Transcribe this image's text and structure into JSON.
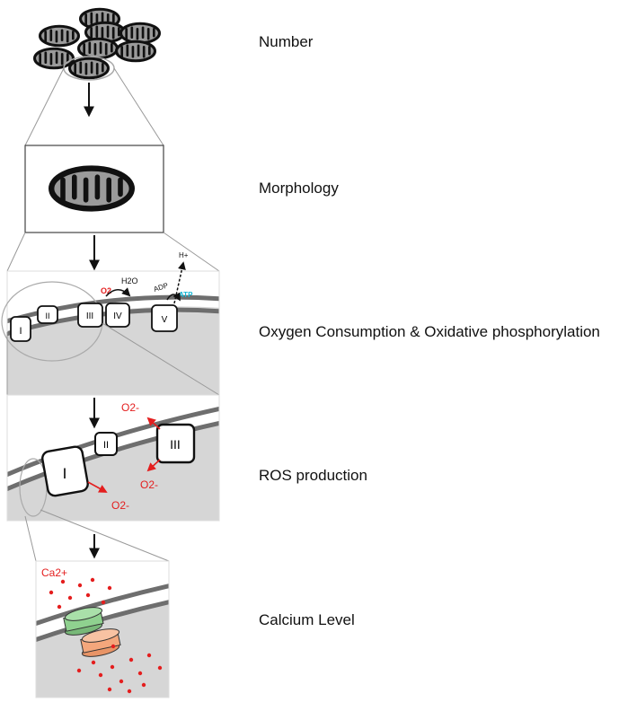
{
  "stages": [
    {
      "label": "Number"
    },
    {
      "label": "Morphology"
    },
    {
      "label": "Oxygen Consumption & Oxidative phosphorylation"
    },
    {
      "label": "ROS production"
    },
    {
      "label": "Calcium Level"
    }
  ],
  "complexes": {
    "c1": "I",
    "c2": "II",
    "c3": "III",
    "c4": "IV",
    "c5": "V"
  },
  "molecules": {
    "o2": "O2",
    "h2o": "H2O",
    "adp": "ADP",
    "atp": "ATP",
    "h_plus": "H+",
    "superoxide": "O2-",
    "calcium": "Ca2+"
  },
  "colors": {
    "membrane_fill": "#d6d6d6",
    "membrane_line": "#6e6e6e",
    "oxygen_red": "#e41e1e",
    "atp_cyan": "#14b7d6",
    "channel_green": "#8fd18f",
    "channel_orange": "#f4a77c",
    "mito_fill": "#9a9a9a"
  }
}
